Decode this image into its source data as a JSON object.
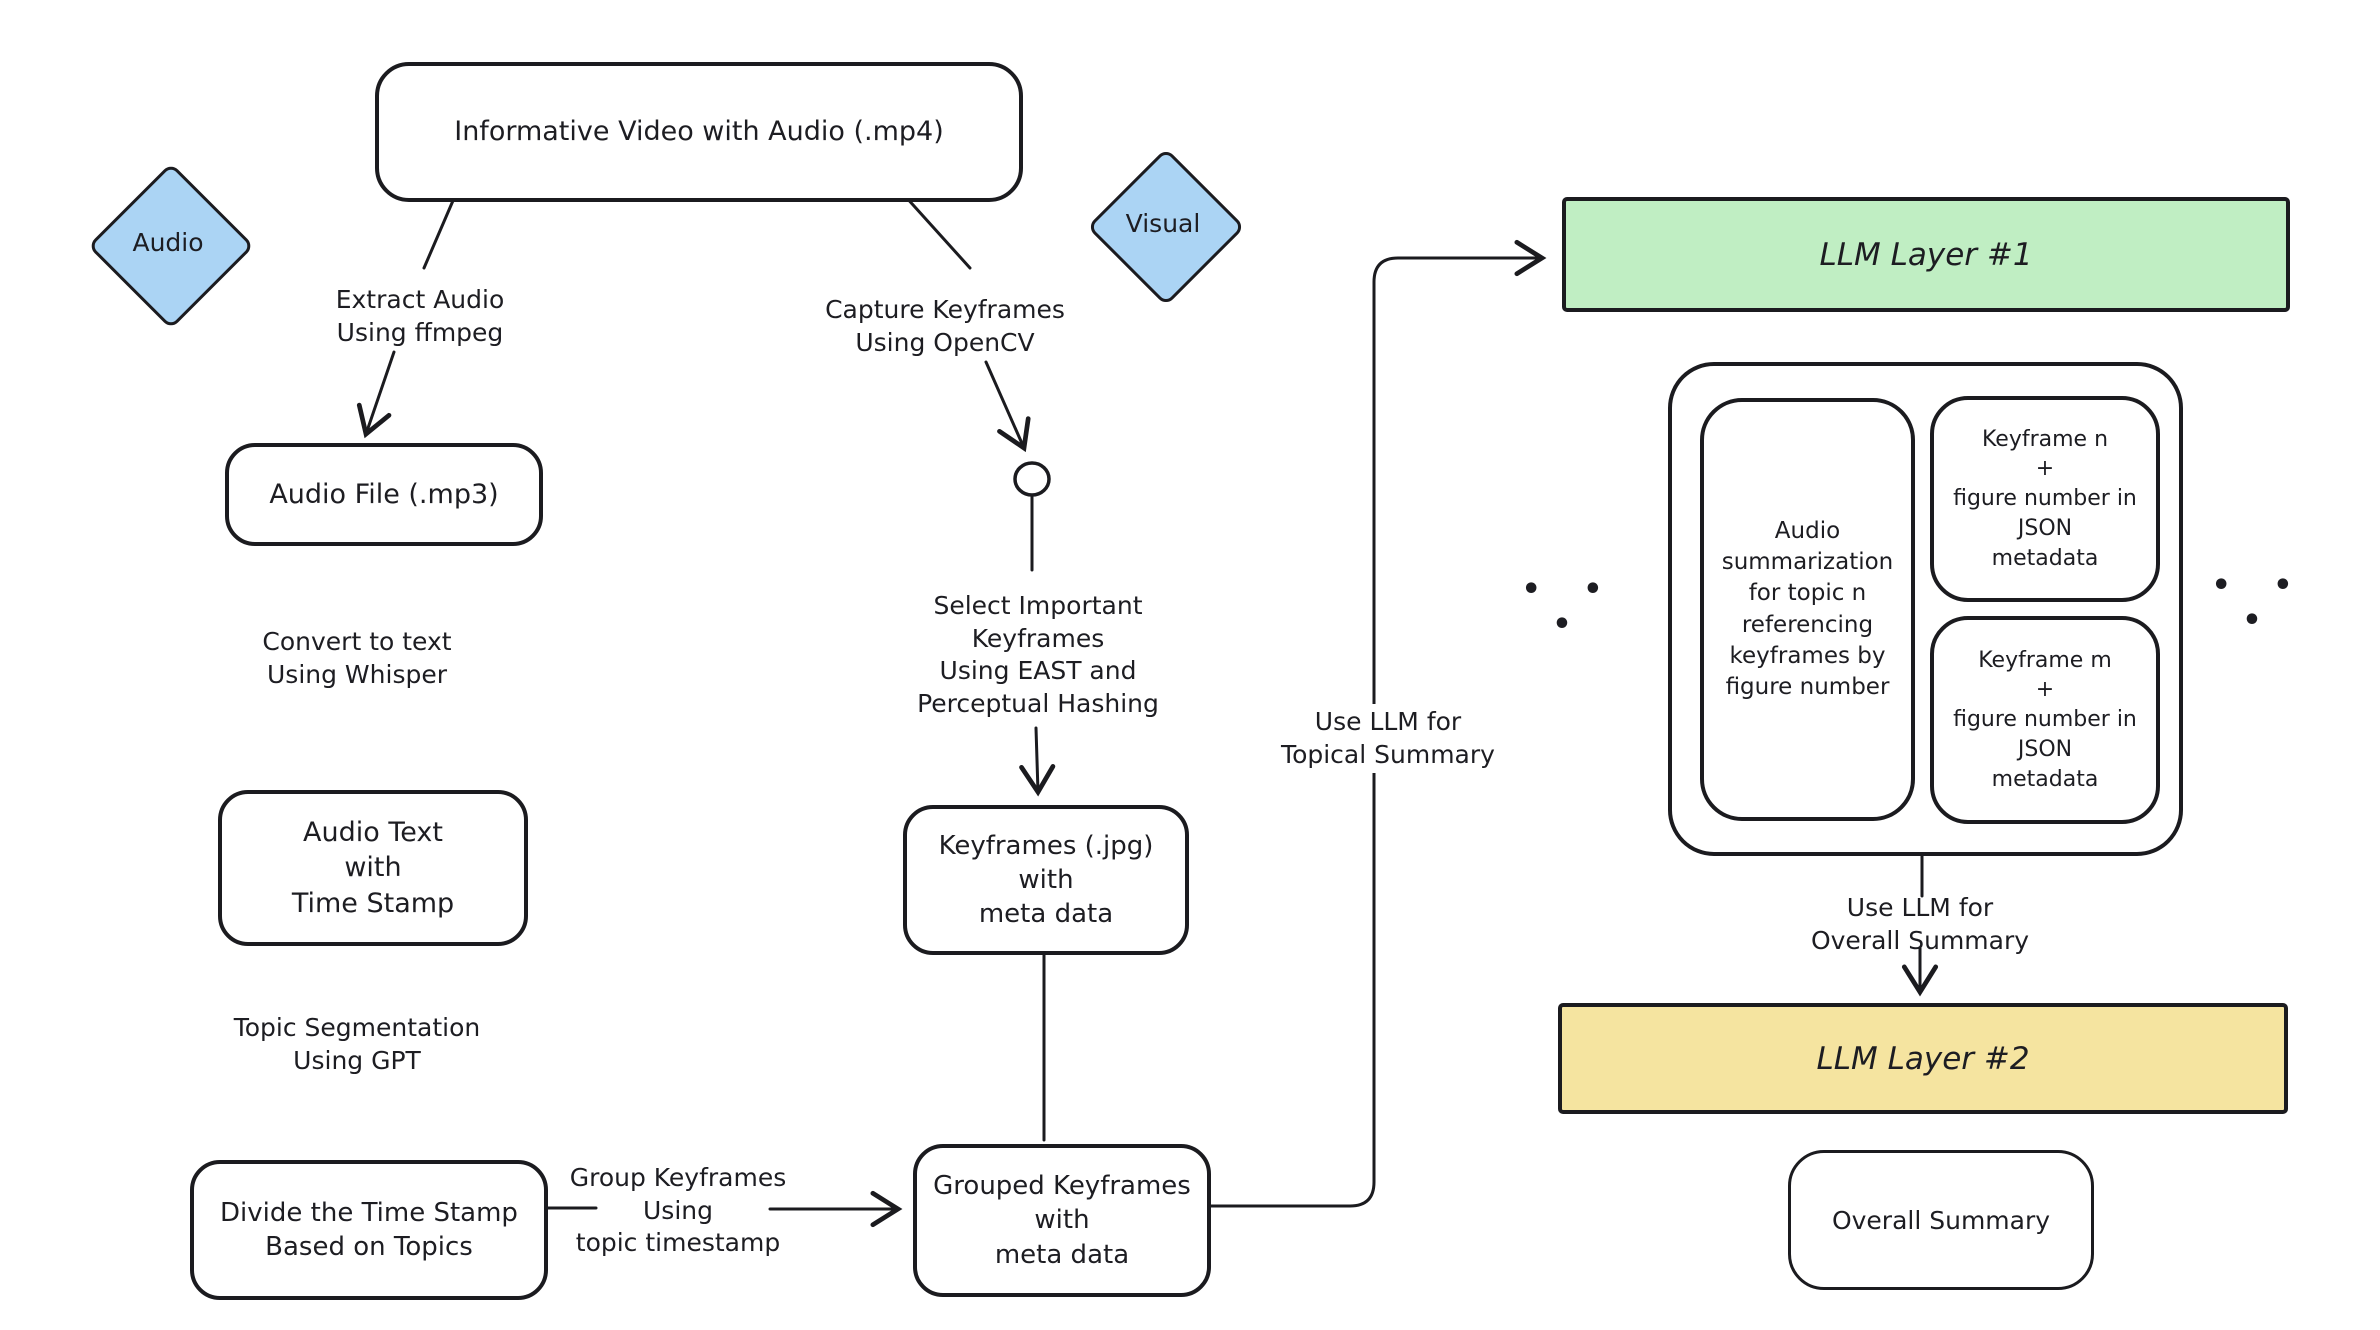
{
  "nodes": {
    "informative_video": "Informative Video with Audio (.mp4)",
    "audio_badge": "Audio",
    "visual_badge": "Visual",
    "audio_file": "Audio File (.mp3)",
    "audio_text": "Audio Text\nwith\nTime Stamp",
    "divide_timestamp": "Divide the Time Stamp\nBased on Topics",
    "grouped_keyframes": "Grouped Keyframes\nwith\nmeta data",
    "keyframes_jpg": "Keyframes (.jpg)\nwith\nmeta data",
    "llm_layer_1": "LLM Layer #1",
    "llm_layer_2": "LLM Layer #2",
    "overall_summary": "Overall Summary",
    "audio_summarization": "Audio\nsummarization\nfor topic n\nreferencing\nkeyframes by\nfigure number",
    "keyframe_n": "Keyframe n\n+\nfigure number in\nJSON\nmetadata",
    "keyframe_m": "Keyframe m\n+\nfigure number in\nJSON\nmetadata"
  },
  "edge_labels": {
    "extract_audio": "Extract Audio\nUsing ffmpeg",
    "capture_keyframes": "Capture Keyframes\nUsing OpenCV",
    "convert_to_text": "Convert to text\nUsing Whisper",
    "select_important": "Select Important\nKeyframes\nUsing EAST and\nPerceptual Hashing",
    "topic_segmentation": "Topic Segmentation\nUsing GPT",
    "group_keyframes": "Group Keyframes\nUsing\ntopic timestamp",
    "use_llm_topical": "Use LLM for\nTopical Summary",
    "use_llm_overall": "Use LLM for\nOverall Summary",
    "ellipsis": "• • •"
  },
  "colors": {
    "stroke": "#1b1b1f",
    "text": "#1d1d22",
    "audio_visual_fill": "#abd4f4",
    "llm1_fill": "#c0eec3",
    "llm2_fill": "#f5e4a0",
    "canvas_bg": "#ffffff"
  }
}
